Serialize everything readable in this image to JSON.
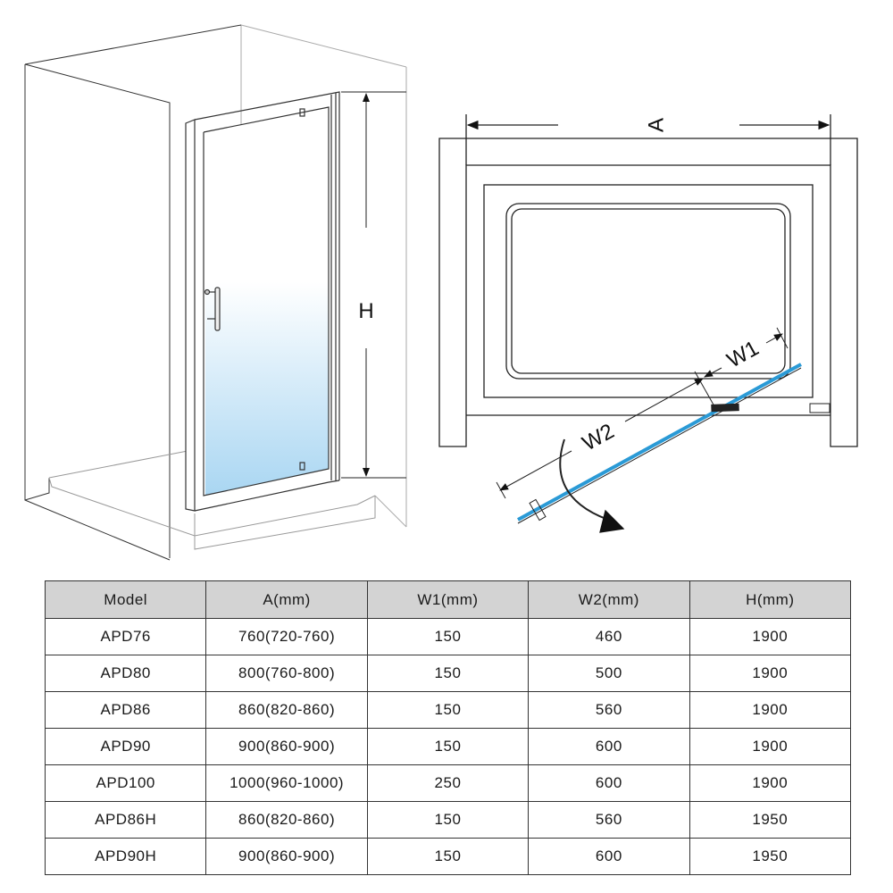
{
  "diagram": {
    "height_label": "H",
    "width_label": "A",
    "w1_label": "W1",
    "w2_label": "W2",
    "glass_color": "#a9d6f2",
    "door_line_color": "#2a9ad6"
  },
  "table": {
    "headers": [
      "Model",
      "A(mm)",
      "W1(mm)",
      "W2(mm)",
      "H(mm)"
    ],
    "rows": [
      [
        "APD76",
        "760(720-760)",
        "150",
        "460",
        "1900"
      ],
      [
        "APD80",
        "800(760-800)",
        "150",
        "500",
        "1900"
      ],
      [
        "APD86",
        "860(820-860)",
        "150",
        "560",
        "1900"
      ],
      [
        "APD90",
        "900(860-900)",
        "150",
        "600",
        "1900"
      ],
      [
        "APD100",
        "1000(960-1000)",
        "250",
        "600",
        "1900"
      ],
      [
        "APD86H",
        "860(820-860)",
        "150",
        "560",
        "1950"
      ],
      [
        "APD90H",
        "900(860-900)",
        "150",
        "600",
        "1950"
      ]
    ]
  }
}
